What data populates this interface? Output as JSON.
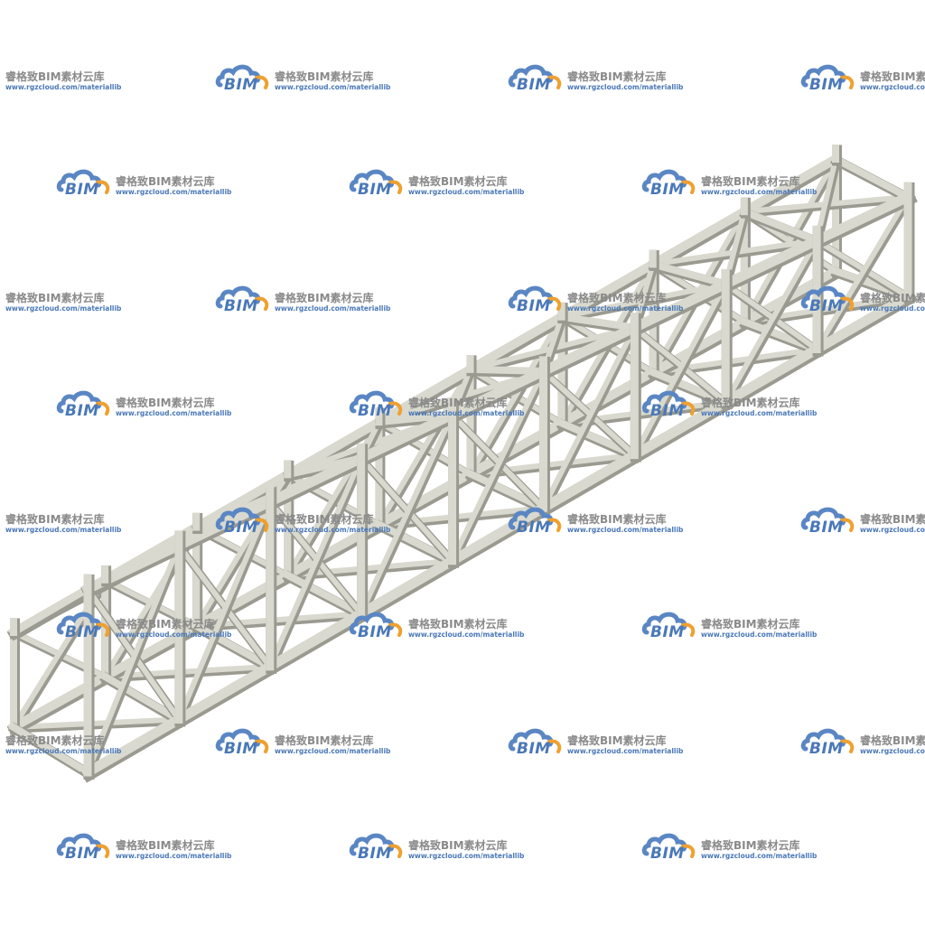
{
  "watermark": {
    "brand": "BIM",
    "title": "睿格致BIM素材云库",
    "url": "www.rgzcloud.com/materiallib",
    "cloud_color": "#5a86c4",
    "accent_color": "#f0a030",
    "text_color": "#8a8a8a"
  },
  "truss": {
    "bays": 9,
    "member_color": "#d9d9cf",
    "edge_color": "#9a9a90",
    "shadow_color": "#6f6f68"
  }
}
